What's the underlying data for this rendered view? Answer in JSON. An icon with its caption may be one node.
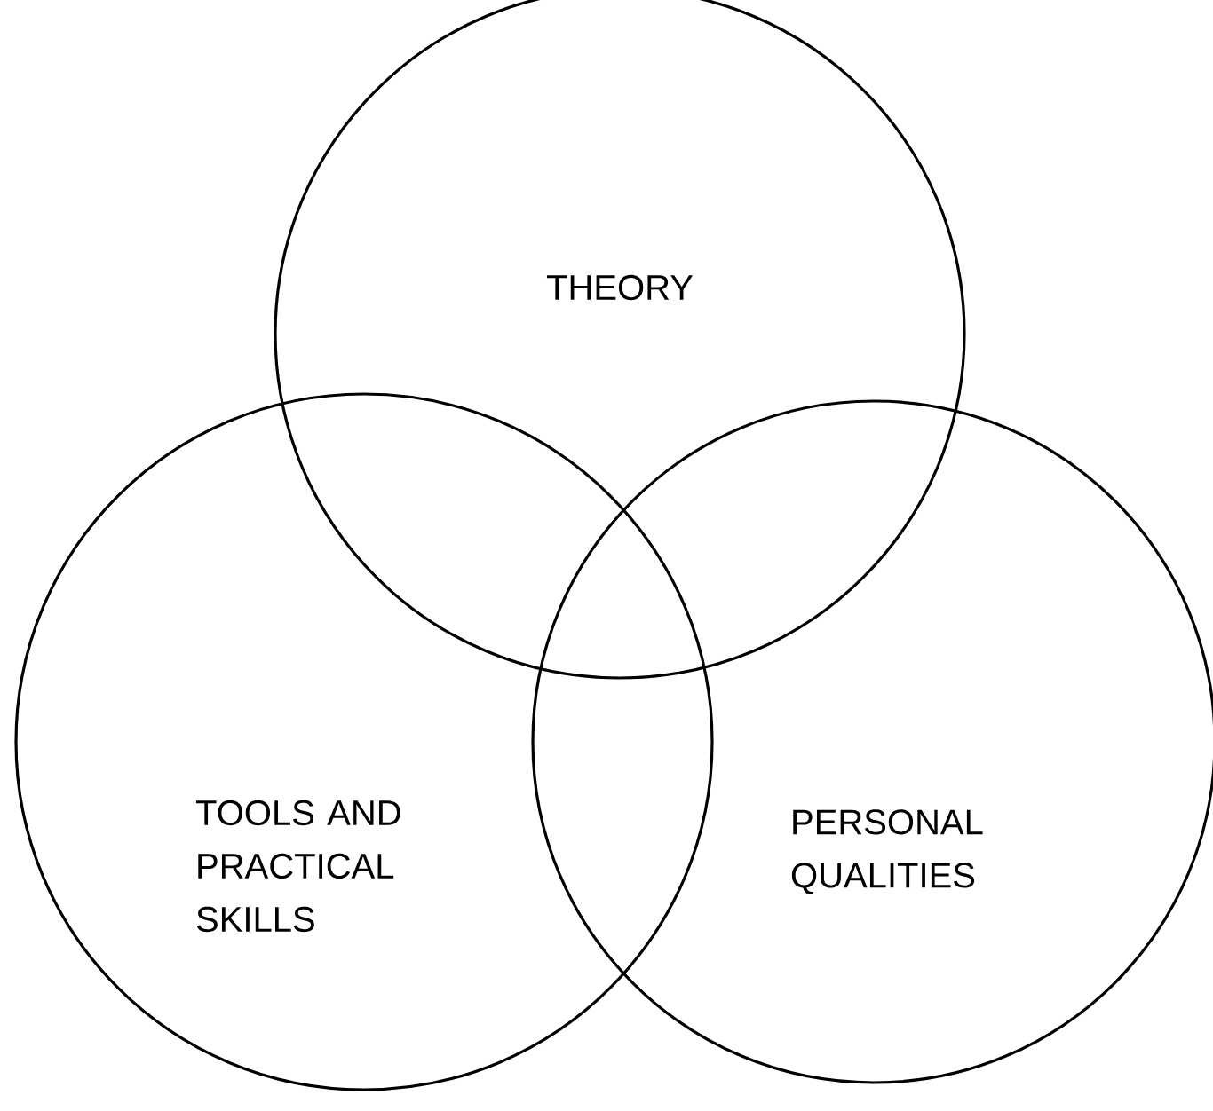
{
  "diagram": {
    "nodes": [
      {
        "text": [
          "THEORY"
        ]
      },
      {
        "text": [
          "TOOLS AND PRACTICAL SKILLS"
        ]
      },
      {
        "text": [
          "PERSONAL QUALITIES"
        ]
      }
    ]
  }
}
